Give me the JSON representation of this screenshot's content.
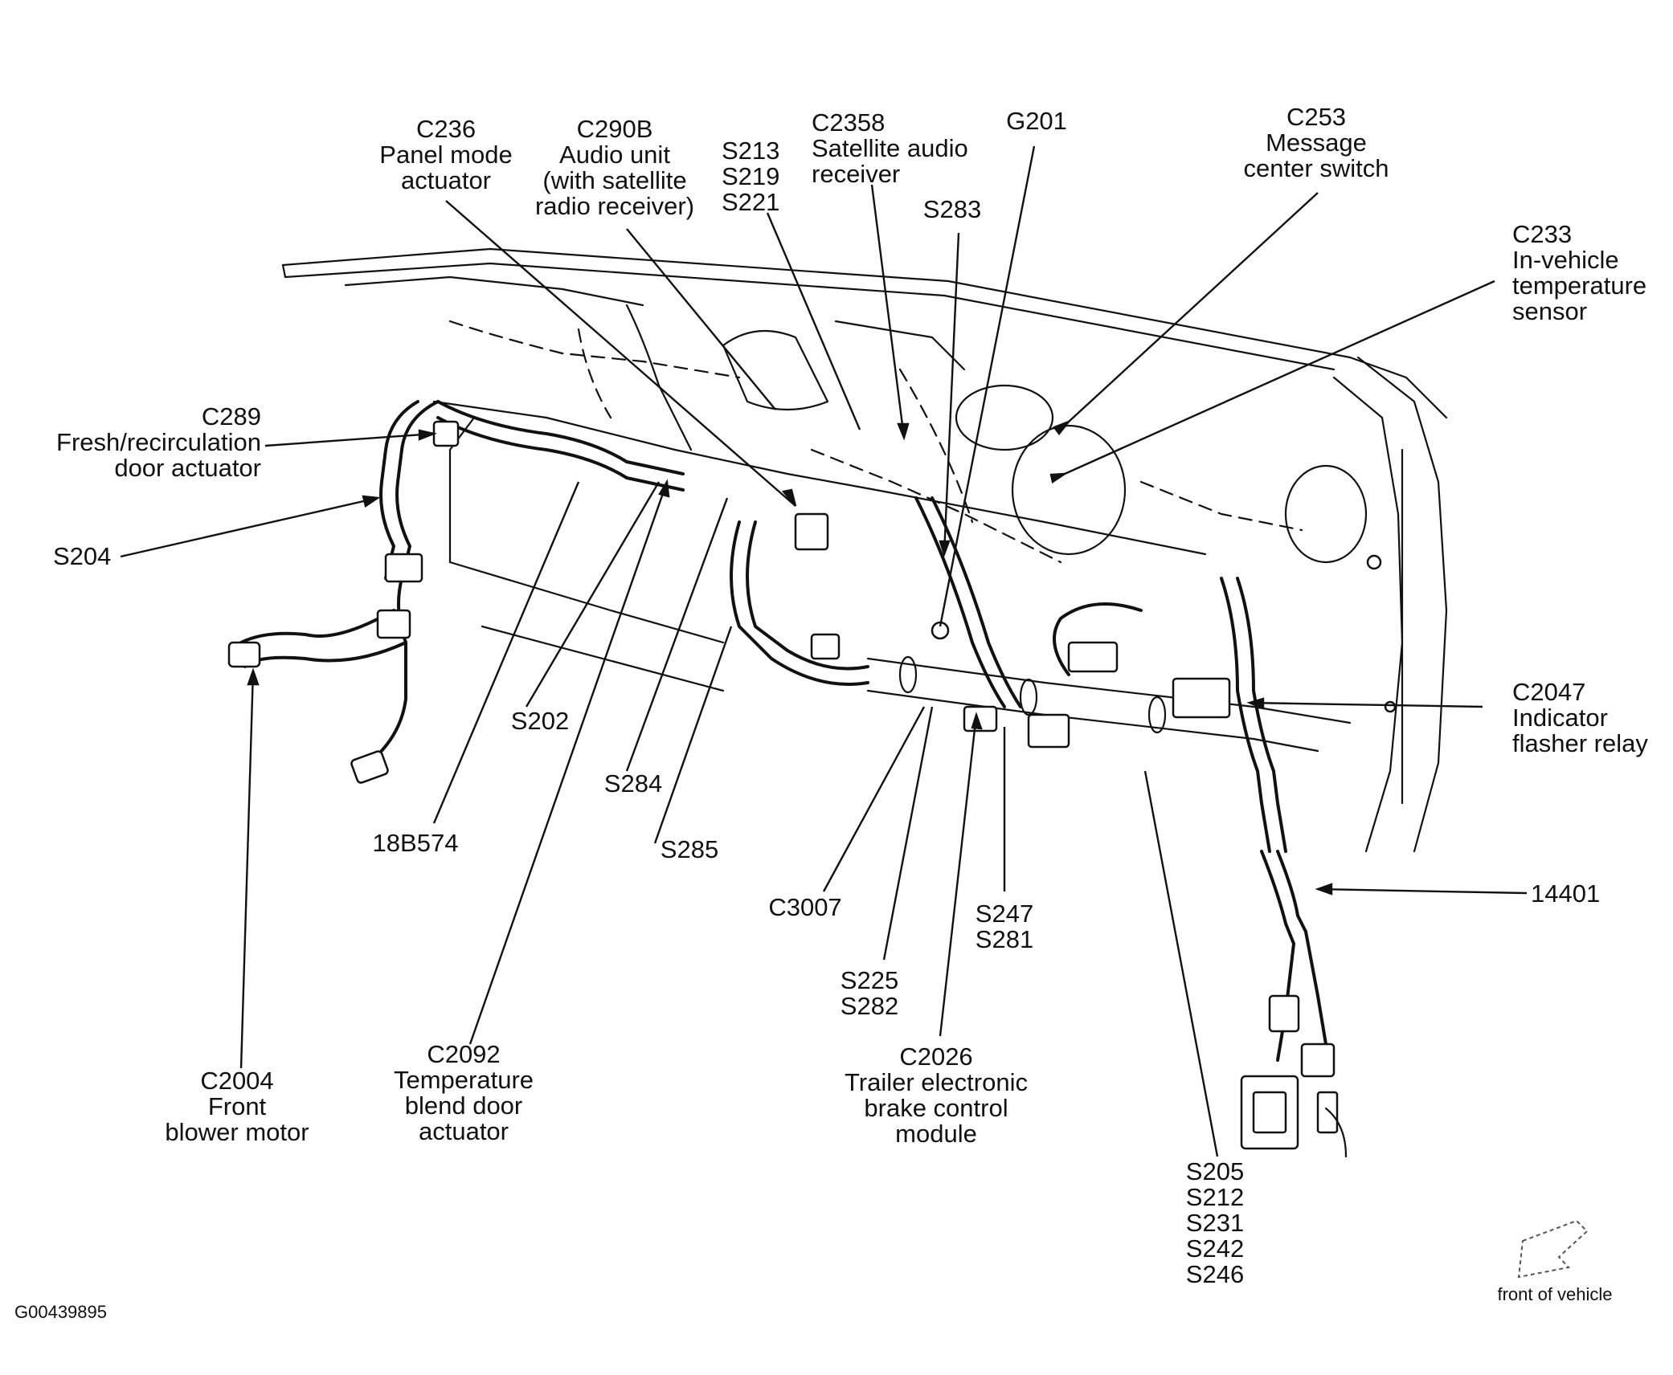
{
  "diagram_id": "G00439895",
  "orientation_note": "front of vehicle",
  "labels": {
    "c236": [
      "C236",
      "Panel mode",
      "actuator"
    ],
    "c290b": [
      "C290B",
      "Audio unit",
      "(with satellite",
      "radio receiver)"
    ],
    "s213": [
      "S213",
      "S219",
      "S221"
    ],
    "c2358": [
      "C2358",
      "Satellite audio",
      "receiver"
    ],
    "g201": [
      "G201"
    ],
    "s283": [
      "S283"
    ],
    "c253": [
      "C253",
      "Message",
      "center switch"
    ],
    "c233": [
      "C233",
      "In-vehicle",
      "temperature",
      "sensor"
    ],
    "c289": [
      "C289",
      "Fresh/recirculation",
      "door actuator"
    ],
    "s204": [
      "S204"
    ],
    "s202": [
      "S202"
    ],
    "s284": [
      "S284"
    ],
    "s285": [
      "S285"
    ],
    "b18b574": [
      "18B574"
    ],
    "c2047": [
      "C2047",
      "Indicator",
      "flasher relay"
    ],
    "n14401": [
      "14401"
    ],
    "c3007": [
      "C3007"
    ],
    "s247": [
      "S247",
      "S281"
    ],
    "s225": [
      "S225",
      "S282"
    ],
    "c2026": [
      "C2026",
      "Trailer electronic",
      "brake control",
      "module"
    ],
    "c2092": [
      "C2092",
      "Temperature",
      "blend door",
      "actuator"
    ],
    "c2004": [
      "C2004",
      "Front",
      "blower motor"
    ],
    "s205": [
      "S205",
      "S212",
      "S231",
      "S242",
      "S246"
    ]
  },
  "colors": {
    "ink": "#111111",
    "background": "#ffffff"
  }
}
